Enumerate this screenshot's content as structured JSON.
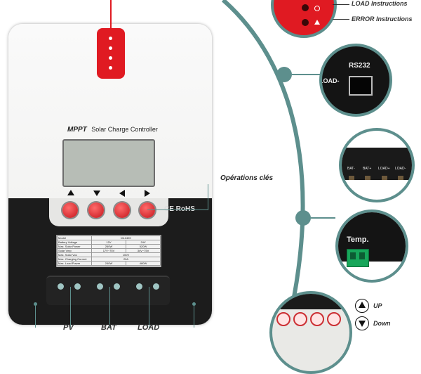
{
  "colors": {
    "teal": "#5d8f8d",
    "red_panel": "#e01a22",
    "button_red": "#d8232a",
    "body_white": "#f3f3f1",
    "body_black": "#1c1c1c",
    "lcd": "#b7bdb6"
  },
  "controller": {
    "brand": "MPPT",
    "product": "Solar Charge Controller",
    "certification": "CE RoHS"
  },
  "spec_table": {
    "rows": [
      [
        "Model",
        "ML2420"
      ],
      [
        "Battery Voltage",
        "12V",
        "24V"
      ],
      [
        "Max. Solar Power",
        "260W",
        "520W"
      ],
      [
        "Solar Vmp",
        "17V~75V",
        "34V~75V"
      ],
      [
        "Max. Solar Voc",
        "100V"
      ],
      [
        "Max. Charging Current",
        "20A"
      ],
      [
        "Max. Load Power",
        "240W",
        "480W"
      ]
    ]
  },
  "callouts": {
    "operations": "Opérations clés",
    "load": "LOAD Instructions",
    "error": "ERROR Instructions",
    "up": "UP",
    "down": "Down"
  },
  "details": {
    "rs232": "RS232",
    "load_minus": "LOAD-",
    "terminals": [
      "BAT-",
      "BAT+",
      "LOAD+",
      "LOAD-"
    ],
    "temp": "Temp."
  },
  "bottom_labels": [
    "PV",
    "BAT",
    "LOAD"
  ]
}
